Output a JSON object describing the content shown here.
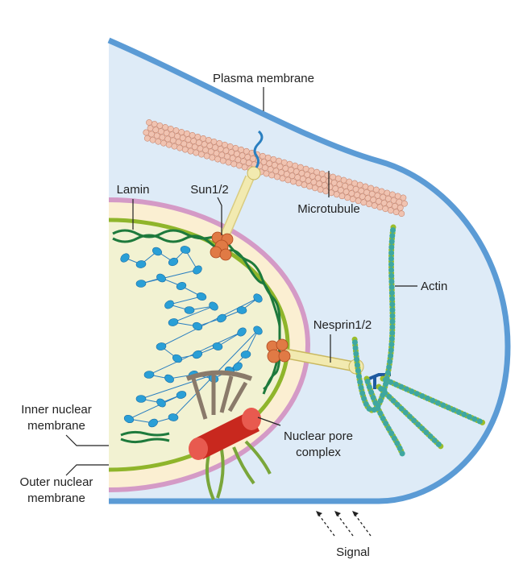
{
  "labels": {
    "plasma_membrane": "Plasma membrane",
    "lamin": "Lamin",
    "sun": "Sun1/2",
    "microtubule": "Microtubule",
    "actin": "Actin",
    "nesprin": "Nesprin1/2",
    "inner_nuclear_membrane": [
      "Inner nuclear",
      "membrane"
    ],
    "outer_nuclear_membrane": [
      "Outer nuclear",
      "membrane"
    ],
    "nuclear_pore_complex": [
      "Nuclear pore",
      "complex"
    ],
    "signal": "Signal"
  },
  "colors": {
    "cell_fill": "#deebf7",
    "cell_membrane": "#5b9bd5",
    "outer_nuclear": "#d49ac6",
    "perinuclear": "#fbefd2",
    "inner_nuclear": "#8fb52b",
    "nucleoplasm": "#f2f2d2",
    "lamin": "#1e7a3c",
    "chromatin": "#2a9fd6",
    "microtubule": "#e9b7a3",
    "actin_a": "#9bbd2a",
    "actin_b": "#3fa7a0",
    "protein": "#e07a45",
    "nesprin": "#f2eab0",
    "npc_red": "#c8281e"
  }
}
